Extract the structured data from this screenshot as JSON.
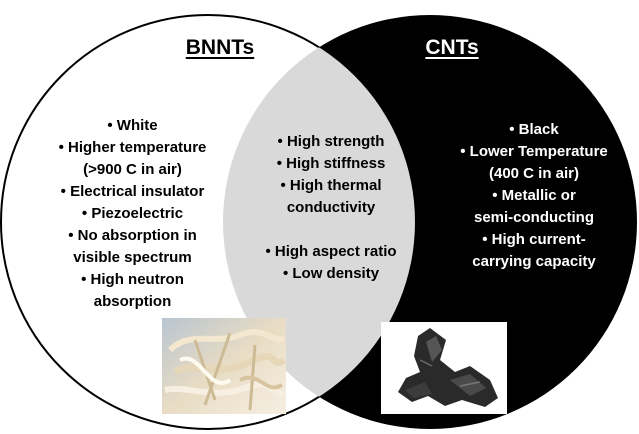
{
  "diagram": {
    "colors": {
      "left_circle_fill": "#ffffff",
      "right_circle_fill": "#000000",
      "overlap_fill": "#d9d9d9",
      "left_text": "#000000",
      "right_text": "#ffffff",
      "overlap_text": "#000000"
    },
    "left": {
      "title": "BNNTs",
      "lines": [
        "• White",
        "• Higher temperature",
        "(>900 C in air)",
        "• Electrical insulator",
        "• Piezoelectric",
        "• No absorption in",
        "visible spectrum",
        "• High neutron",
        "absorption"
      ]
    },
    "right": {
      "title": "CNTs",
      "lines": [
        "• Black",
        "• Lower Temperature",
        "(400 C in air)",
        "• Metallic or",
        "semi-conducting",
        "• High current-",
        "carrying capacity"
      ]
    },
    "overlap": {
      "group1": [
        "• High strength",
        "• High stiffness",
        "• High thermal",
        "conductivity"
      ],
      "group2": [
        "• High aspect ratio",
        "• Low density"
      ]
    }
  }
}
